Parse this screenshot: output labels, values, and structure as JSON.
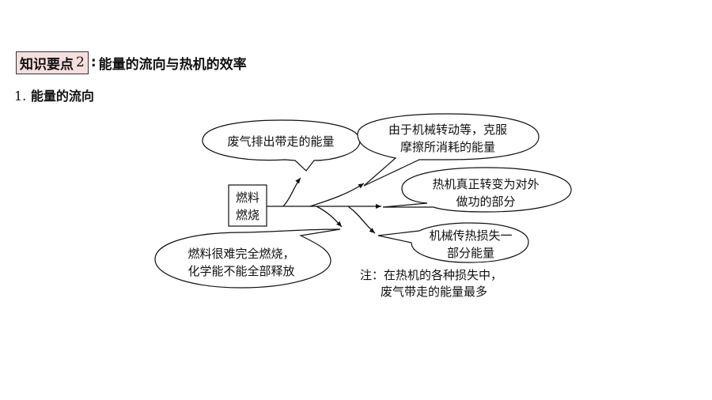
{
  "heading": {
    "tag_text": "知识要点",
    "tag_number": "2",
    "separator": ":",
    "title": "能量的流向与热机的效率"
  },
  "subheading": {
    "number": "1.",
    "title": "能量的流向"
  },
  "diagram": {
    "source": {
      "line1": "燃料",
      "line2": "燃烧"
    },
    "bubble_exhaust": {
      "line1": "废气排出带走的能量"
    },
    "bubble_friction": {
      "line1": "由于机械转动等，克服",
      "line2": "摩擦所消耗的能量"
    },
    "bubble_useful": {
      "line1": "热机真正转变为对外",
      "line2": "做功的部分"
    },
    "bubble_heat": {
      "line1": "机械传热损失一",
      "line2": "部分能量"
    },
    "bubble_incomplete": {
      "line1": "燃料很难完全燃烧，",
      "line2": "化学能不能全部释放"
    },
    "note": {
      "line1": "注：在热机的各种损失中，",
      "line2": "废气带走的能量最多"
    }
  }
}
